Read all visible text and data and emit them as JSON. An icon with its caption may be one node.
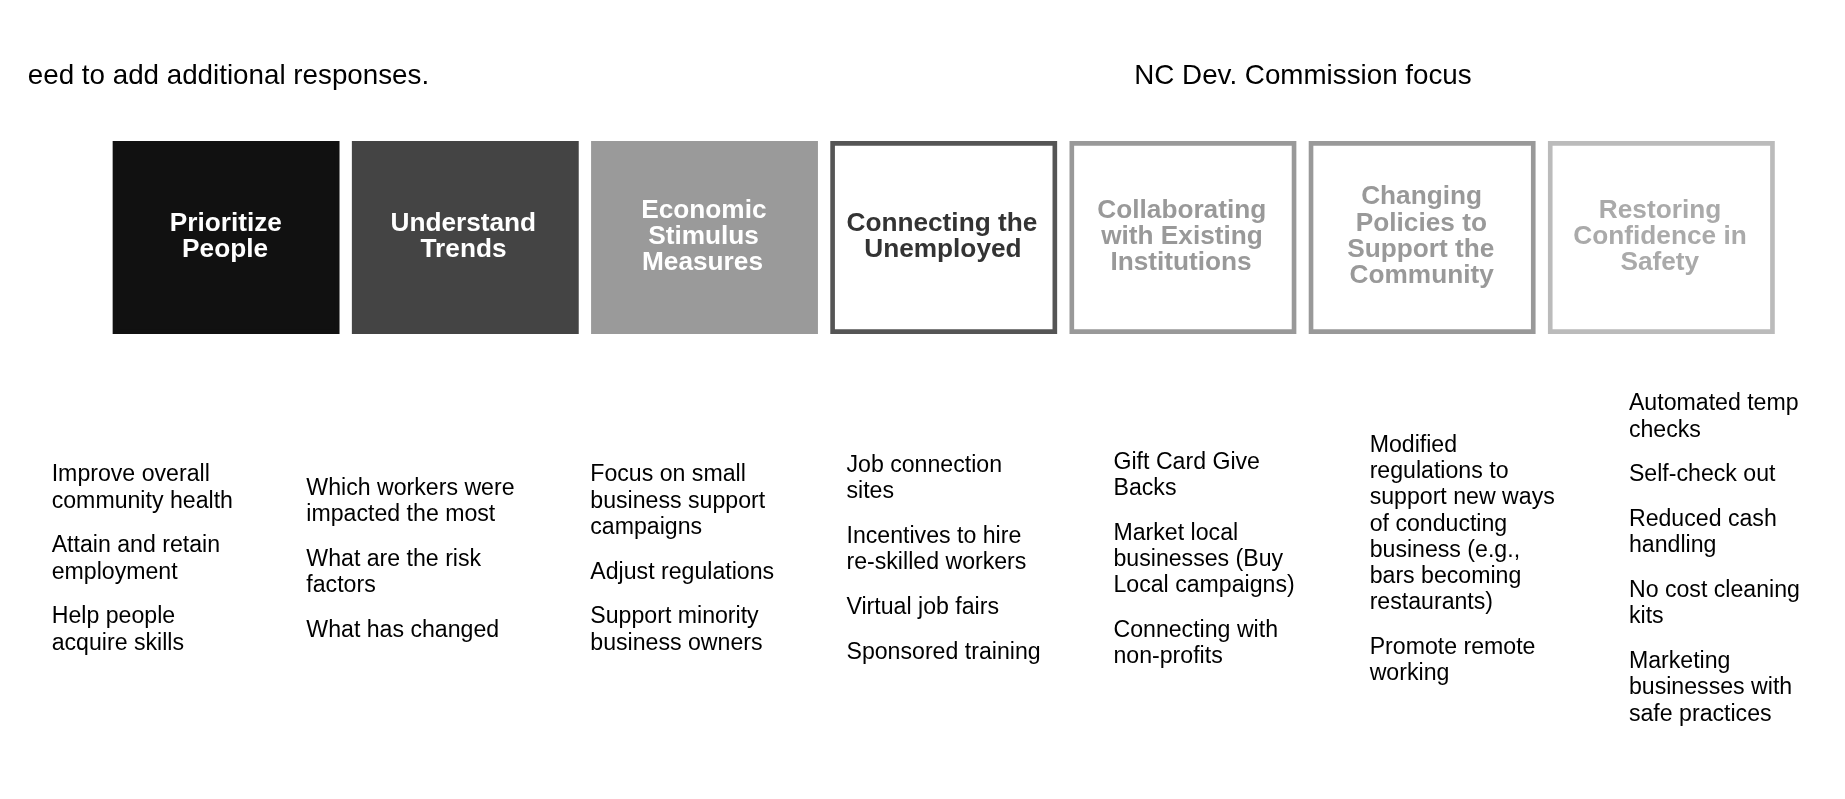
{
  "diagram": {
    "nodes": [
      {
        "text": [
          "Prioritize People"
        ],
        "beside": [
          "Improve overall community health",
          "Attain and retain employment",
          "Help people acquire skills"
        ]
      },
      {
        "text": [
          "Understand Trends"
        ],
        "beside": [
          "Which workers were impacted the most",
          "What are the risk factors",
          "What has changed"
        ]
      },
      {
        "text": [
          "Economic Stimulus Measures"
        ],
        "beside": [
          "Focus on small business support campaigns",
          "Adjust regulations",
          "Support minority business owners"
        ]
      },
      {
        "text": [
          "Connecting the Unemployed"
        ],
        "beside": [
          "Job connection sites",
          "Incentives to hire re-skilled workers",
          "Virtual job fairs",
          "Sponsored training"
        ]
      },
      {
        "text": [
          "Collaborating with Existing Institutions"
        ],
        "beside": [
          "Gift Card Give Backs",
          "Market local businesses (Buy Local campaigns)",
          "Connecting with non-profits"
        ]
      },
      {
        "text": [
          "Changing Policies to Support the Community"
        ],
        "beside": [
          "Modified regulations to support new ways of conducting business (e.g., bars becoming restaurants)",
          "Promote remote working"
        ]
      },
      {
        "text": [
          "Restoring Confidence in Safety"
        ],
        "beside": [
          "Automated temp checks",
          "Self-check out",
          "Reduced cash handling",
          "No cost cleaning kits",
          "Marketing businesses with safe practices"
        ]
      }
    ],
    "edges": [],
    "labels": [
      "eed to add additional responses.",
      "NC Dev. Commission focus"
    ]
  }
}
